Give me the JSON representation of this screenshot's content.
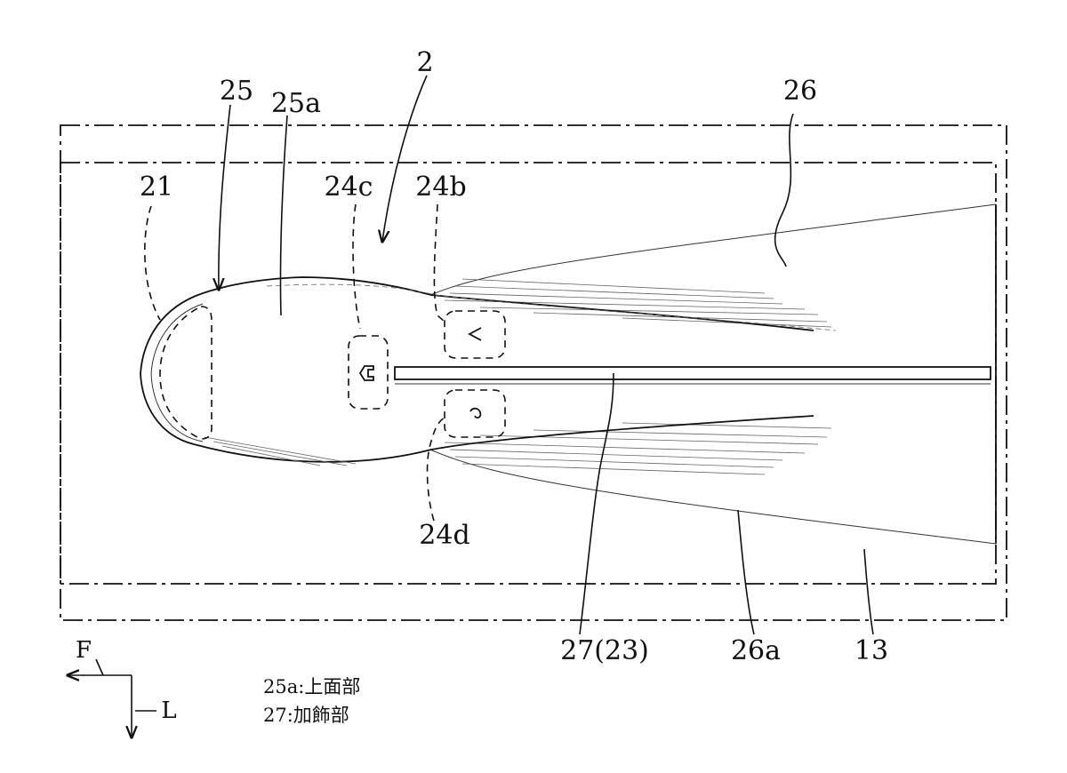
{
  "labels": {
    "ref_2": "2",
    "ref_25": "25",
    "ref_25a": "25a",
    "ref_26": "26",
    "ref_21": "21",
    "ref_24c": "24c",
    "ref_24b": "24b",
    "ref_24d": "24d",
    "ref_27_23": "27(23)",
    "ref_26a": "26a",
    "ref_13": "13",
    "dir_f": "F",
    "dir_l": "L"
  },
  "legend": [
    "25a:上面部",
    "27:加飾部"
  ]
}
